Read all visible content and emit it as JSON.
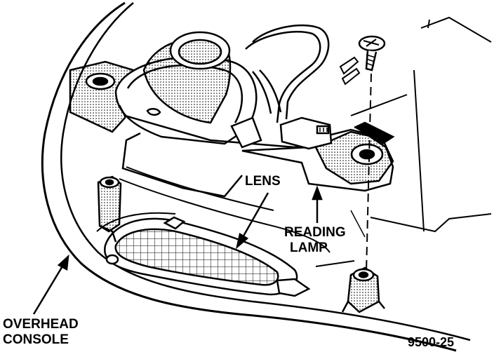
{
  "labels": {
    "lens": "LENS",
    "reading_lamp_line1": "READING",
    "reading_lamp_line2": "LAMP",
    "overhead_console_line1": "OVERHEAD",
    "overhead_console_line2": "CONSOLE",
    "figure_number": "9500-25"
  },
  "colors": {
    "ink": "#000000",
    "paper": "#ffffff"
  }
}
